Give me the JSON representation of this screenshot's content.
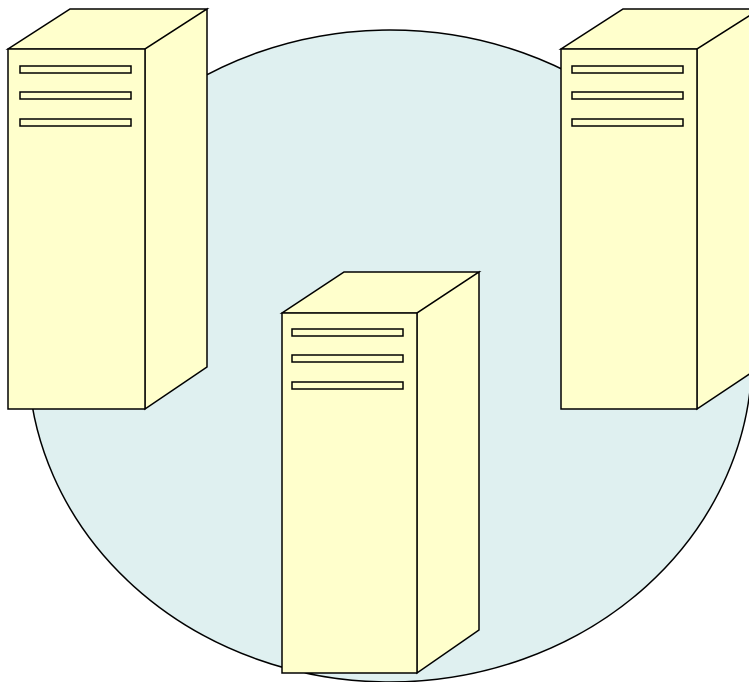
{
  "diagram": {
    "background_color": "#ffffff",
    "network_zone": {
      "shape": "ellipse",
      "fill": "#dff0f0",
      "stroke": "#000000"
    },
    "servers": [
      {
        "id": "server-left",
        "icon": "tower-server-icon",
        "drive_slots": 3
      },
      {
        "id": "server-right",
        "icon": "tower-server-icon",
        "drive_slots": 3
      },
      {
        "id": "server-center",
        "icon": "tower-server-icon",
        "drive_slots": 3
      }
    ],
    "server_colors": {
      "front": "#ffffcc",
      "side": "#ffffcc",
      "top": "#ffffcc",
      "outline": "#000000"
    }
  }
}
